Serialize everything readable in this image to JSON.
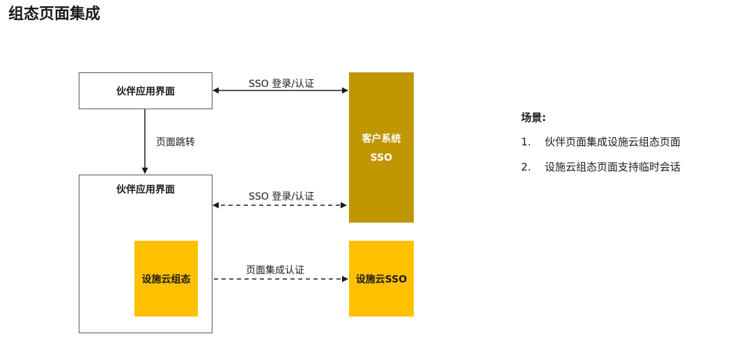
{
  "page": {
    "title": "组态页面集成"
  },
  "diagram": {
    "partner_app_top": "伙伴应用界面",
    "partner_app_bottom": "伙伴应用界面",
    "customer_sso_line1": "客户系统",
    "customer_sso_line2": "SSO",
    "facility_config": "设施云组态",
    "facility_sso": "设施云SSO",
    "edge_sso_top": "SSO 登录/认证",
    "edge_sso_bottom": "SSO 登录/认证",
    "edge_page_jump": "页面跳转",
    "edge_page_auth": "页面集成认证"
  },
  "scenario": {
    "title": "场景:",
    "items": [
      {
        "num": "1.",
        "text": "伙伴页面集成设施云组态页面"
      },
      {
        "num": "2.",
        "text": "设施云组态页面支持临时会话"
      }
    ]
  },
  "colors": {
    "customer_sso": "#BF9600",
    "facility": "#FFC000",
    "line": "#1a1a1a"
  }
}
